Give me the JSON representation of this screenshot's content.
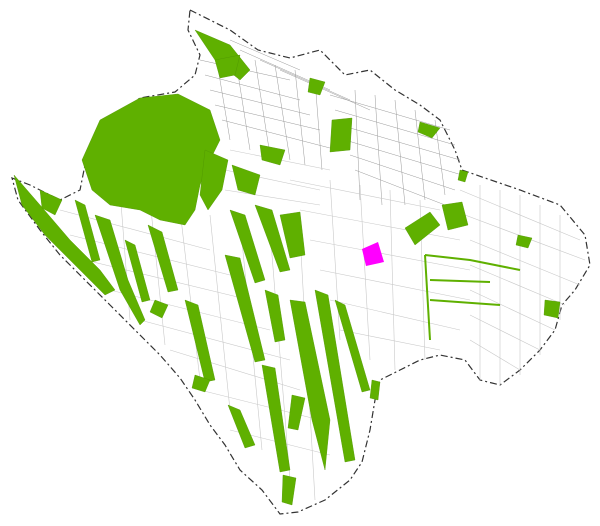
{
  "map": {
    "layers": [
      {
        "name": "district-boundary",
        "style": "dash-dot outline"
      },
      {
        "name": "street-network",
        "style": "thin grey lines"
      },
      {
        "name": "green-areas",
        "style": "filled polygons"
      },
      {
        "name": "highlighted-parcel",
        "style": "filled polygon"
      }
    ]
  },
  "colors": {
    "green_area": "#5fb000",
    "highlight_parcel": "#ff00ff",
    "boundary": "#333333",
    "street": "#c9c9c9",
    "background": "#ffffff"
  }
}
